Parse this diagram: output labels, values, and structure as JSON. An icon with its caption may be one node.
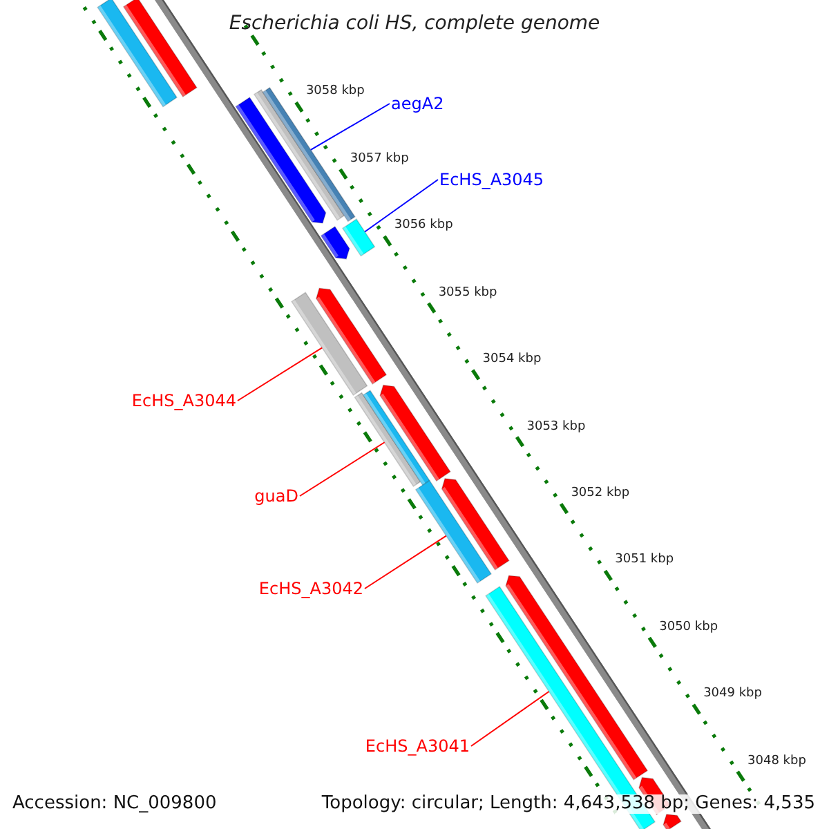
{
  "diagram": {
    "title": "Escherichia coli HS, complete genome",
    "nodes": [
      {
        "text": [
          "aegA2"
        ]
      },
      {
        "text": [
          "EcHS_A3045"
        ]
      },
      {
        "text": [
          "EcHS_A3044"
        ]
      },
      {
        "text": [
          "guaD"
        ]
      },
      {
        "text": [
          "EcHS_A3042"
        ]
      },
      {
        "text": [
          "EcHS_A3041"
        ]
      },
      {
        "text": [],
        "shape": "bar"
      },
      {
        "text": [],
        "shape": "bar"
      },
      {
        "text": [],
        "shape": "bar"
      },
      {
        "text": [],
        "shape": "bar"
      },
      {
        "text": [],
        "shape": "bar"
      },
      {
        "text": [],
        "shape": "bar"
      },
      {
        "text": [],
        "shape": "bar"
      },
      {
        "text": [],
        "shape": "bar"
      },
      {
        "text": [],
        "shape": "bar"
      },
      {
        "text": [],
        "shape": "bar"
      },
      {
        "text": [],
        "shape": "bar"
      },
      {
        "text": [],
        "shape": "bar"
      },
      {
        "text": [],
        "shape": "bar"
      },
      {
        "text": [],
        "shape": "bar"
      },
      {
        "text": [],
        "shape": "bar"
      },
      {
        "text": [],
        "shape": "bar"
      },
      {
        "text": [],
        "shape": "bar"
      },
      {
        "text": [],
        "shape": "bar"
      }
    ],
    "edges": [
      {
        "from": 0,
        "to": 10,
        "arrow": "none",
        "color": "#0000ff"
      },
      {
        "from": 1,
        "to": 12,
        "arrow": "none",
        "color": "#0000ff"
      },
      {
        "from": 2,
        "to": 13,
        "arrow": "none"
      },
      {
        "from": 3,
        "to": 15,
        "arrow": "none"
      },
      {
        "from": 4,
        "to": 18,
        "arrow": "none"
      },
      {
        "from": 5,
        "to": 20,
        "arrow": "none"
      }
    ],
    "labels": [
      "3058 kbp",
      "3057 kbp",
      "3056 kbp",
      "3055 kbp",
      "3054 kbp",
      "3053 kbp",
      "3052 kbp",
      "3051 kbp",
      "3050 kbp",
      "3049 kbp",
      "3048 kbp",
      "Accession: NC_009800",
      "Topology: circular; Length: 4,643,538 bp; Genes: 4,535"
    ]
  }
}
